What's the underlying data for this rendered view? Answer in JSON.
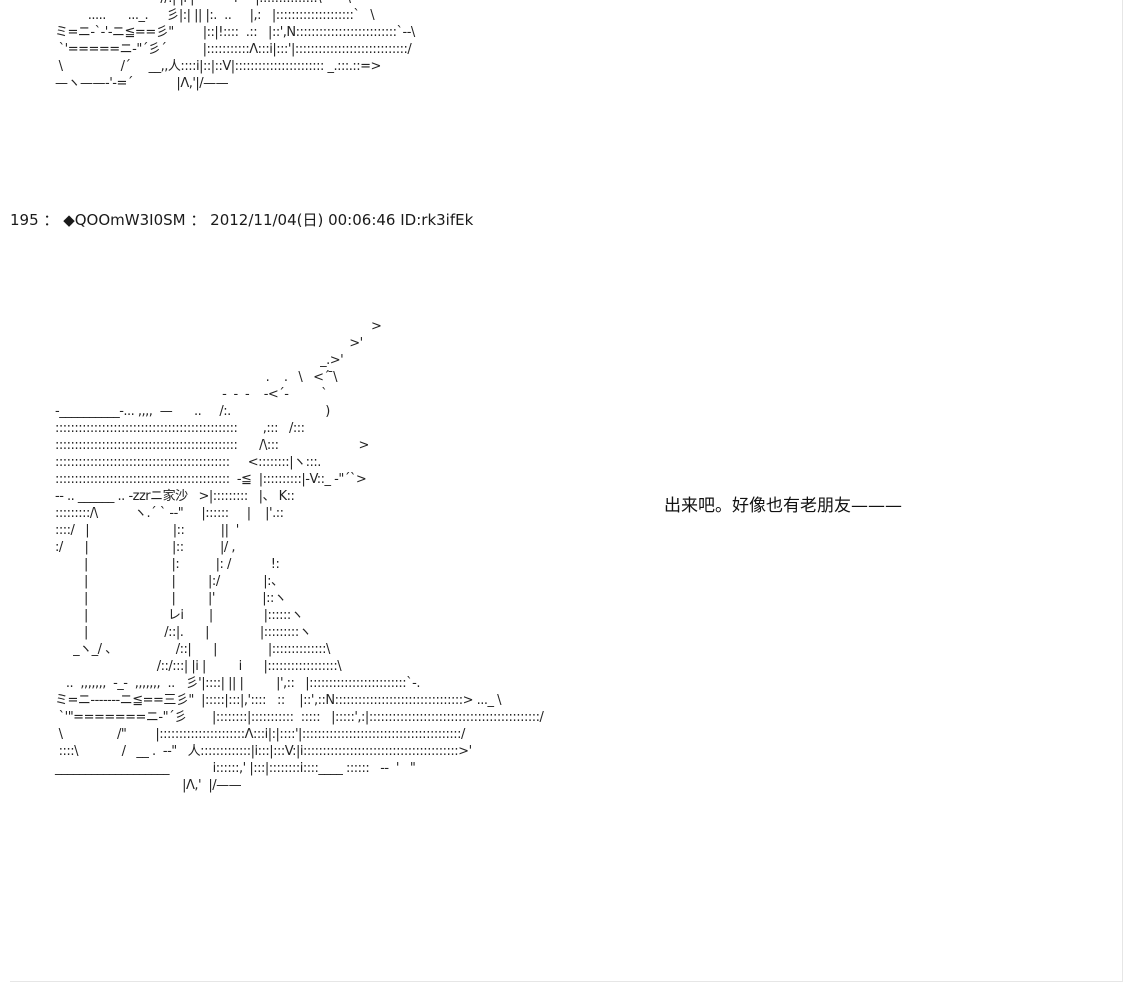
{
  "art_top": [
    "                             //:| |i |           i     |:::::::::::::::\\       \\",
    "         .....      ..._.     彡|:| || |:.  ..     |,:   |::::::::::::::::::::`   \\",
    "ミ=ニ-`-'-ニ≦==彡\"        |::|!::::  .::   |::',N::::::::::::::::::::::::::`--\\",
    " `'=====ニ-\"´彡´          |:::::::::::Λ:::i|:::'|:::::::::::::::::::::::::::::/",
    " \\                /´     __,,人::::i|::|::V|::::::::::::::::::::::: _.:::.::=>",
    "—ヽ——-'-=´            |Λ,'|/——"
  ],
  "post": {
    "number": "195",
    "separator": "：",
    "name": "◆QOOmW3I0SM",
    "date": "2012/11/04(日) 00:06:46",
    "id": "ID:rk3ifEk"
  },
  "art_main": [
    "                                                                                       >",
    "                                                                                 >'",
    "                                                                         _.>'",
    "                                                          .    .   \\   <´ ̄\\",
    "                                              -  -  -    -<´-         `",
    "-__________-... ,,,,  —      ..     /:.                          )",
    ":::::::::::::::::::::::::::::::::::::::::::::::       ,:::   /:::",
    ":::::::::::::::::::::::::::::::::::::::::::::::      /\\:::                      >",
    ":::::::::::::::::::::::::::::::::::::::::::::     <::::::::|ヽ:::.",
    ":::::::::::::::::::::::::::::::::::::::::::::  -≦  |::::::::::|-V::_ -\"´`>",
    "-- .. ______ .. -zzrニ家沙   >|:::::::::   |、 K::",
    ":::::::::/\\          ヽ.´ ` -‐\"     |::::::     |    |'.::",
    "::::/   |                       |::          ||  '",
    ":/      |                       |::          |/ ,",
    "        |                       |:          |: /           !:",
    "        |                       |         |:/            |:、",
    "        |                       |         |'             |::ヽ",
    "        |                      レi       |              |::::::ヽ",
    "        |                     /::|.      |              |:::::::::ヽ",
    "     _ヽ_/ 、                /::|      |              |::::::::::::::\\",
    "                            /::/:::| |i |         i      |::::::::::::::::::\\",
    "   ..  ,,,,,,,  -_-  ,,,,,,,  ..   彡'|::::| || |         |',::   |:::::::::::::::::::::::::`-.",
    "ミ=ニ-------ニ≦==三彡\"  |:::::|:::|,'::::   ::    |::',::N:::::::::::::::::::::::::::::::::> ..._ \\",
    " `'\"=======ニ-\"´彡       |::::::::|:::::::::::  :::::   |:::::',:|::::::::::::::::::::::::::::::::::::::::::::/",
    " \\               /\"        |::::::::::::::::::::::Λ:::i|:|::::'|:::::::::::::::::::::::::::::::::::::::::/",
    " ::::\\            /   __ .  --\"   人:::::::::::::|i:::|:::V:|i::::::::::::::::::::::::::::::::::::::::>'",
    "___________________            i::::::,' |:::|::::::::i::::____ ::::::   -‐  '   \"",
    "                                   |Λ,'  |/——"
  ],
  "dialogue": "出来吧。好像也有老朋友———"
}
